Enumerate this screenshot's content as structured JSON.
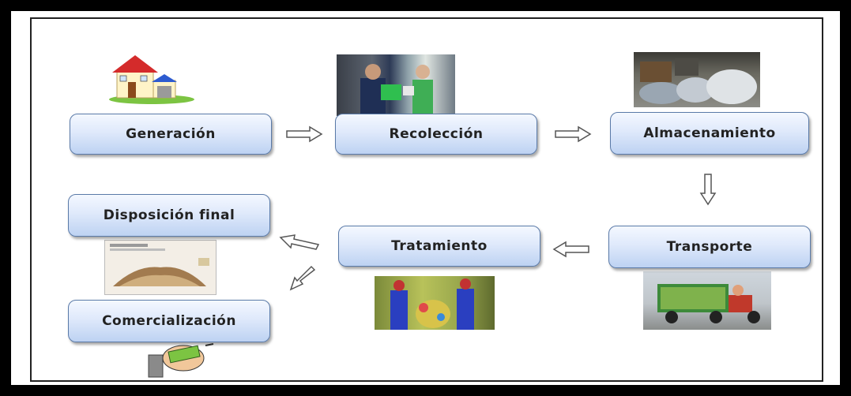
{
  "diagram": {
    "nodes": {
      "generacion": "Generación",
      "recoleccion": "Recolección",
      "almacenamiento": "Almacenamiento",
      "transporte": "Transporte",
      "tratamiento": "Tratamiento",
      "disposicion_final": "Disposición final",
      "comercializacion": "Comercialización"
    },
    "edges": [
      {
        "from": "generacion",
        "to": "recoleccion"
      },
      {
        "from": "recoleccion",
        "to": "almacenamiento"
      },
      {
        "from": "almacenamiento",
        "to": "transporte"
      },
      {
        "from": "transporte",
        "to": "tratamiento"
      },
      {
        "from": "tratamiento",
        "to": "disposicion_final"
      },
      {
        "from": "tratamiento",
        "to": "comercializacion"
      }
    ]
  }
}
